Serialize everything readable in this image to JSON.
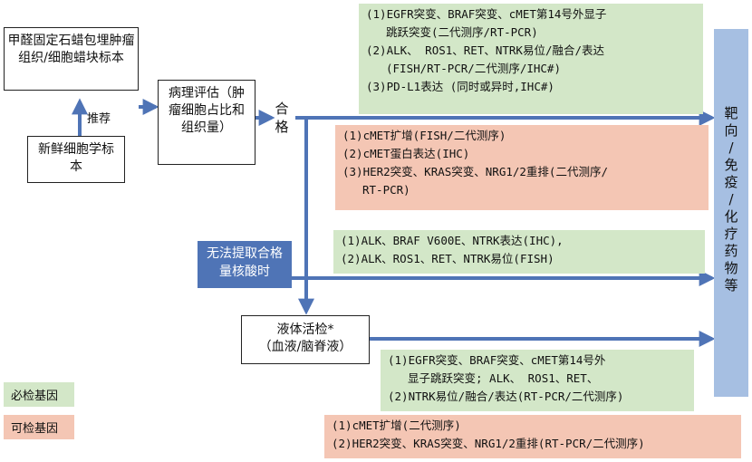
{
  "sample_fixed": "甲醛固定石蜡包埋肿瘤组织/细胞蜡块标本",
  "sample_fresh": "新鲜细胞学标本",
  "recommend_label": "推荐",
  "pathology": "病理评估（肿瘤细胞占比和组织量）",
  "qualified": "合格",
  "cannot_extract": "无法提取合格量核酸时",
  "liquid_biopsy_line1": "液体活检*",
  "liquid_biopsy_line2": "（血液/脑脊液）",
  "target_chars": [
    "靶",
    "向",
    "/",
    "免",
    "疫",
    "/",
    "化",
    "疗",
    "药",
    "物",
    "等"
  ],
  "group1_green": [
    "(1)EGFR突变、BRAF突变、cMET第14号外显子",
    "跳跃突变(二代测序/RT-PCR)",
    "(2)ALK、 ROS1、RET、NTRK易位/融合/表达",
    "(FISH/RT-PCR/二代测序/IHC#)",
    "(3)PD-L1表达 (同时或异时,IHC#)"
  ],
  "group1_salmon": [
    "(1)cMET扩增(FISH/二代测序)",
    "(2)cMET蛋白表达(IHC)",
    "(3)HER2突变、KRAS突变、NRG1/2重排(二代测序/",
    "RT-PCR)"
  ],
  "group2_green": [
    "(1)ALK、BRAF V600E、NTRK表达(IHC),",
    "(2)ALK、ROS1、RET、NTRK易位(FISH)"
  ],
  "group3_green": [
    "(1)EGFR突变、BRAF突变、cMET第14号外",
    "显子跳跃突变; ALK、 ROS1、RET、",
    "(2)NTRK易位/融合/表达(RT-PCR/二代测序)"
  ],
  "group3_salmon": [
    "(1)cMET扩增(二代测序)",
    "(2)HER2突变、KRAS突变、NRG1/2重排(RT-PCR/二代测序)"
  ],
  "legend_required": "必检基因",
  "legend_optional": "可检基因",
  "colors": {
    "green": "#d3e7c8",
    "salmon": "#f4c6b4",
    "arrow_blue": "#4f74b6",
    "side_blue": "#a6bfe2"
  }
}
